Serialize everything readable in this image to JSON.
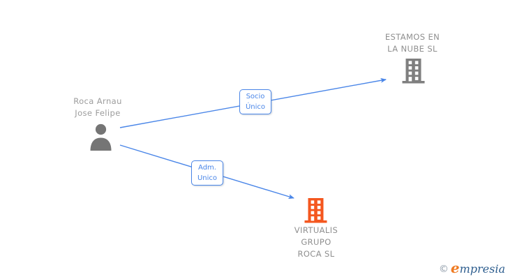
{
  "colors": {
    "edge_blue": "#4a86e8",
    "person_gray": "#9c9c9c",
    "company_text_gray": "#8f8f8f",
    "building_gray": "#7f7f7f",
    "building_orange": "#f4571f",
    "icon_person_gray": "#757575",
    "logo_e_orange": "#ef7b23",
    "logo_text_blue": "#2d5d8e",
    "logo_copyright_gray": "#8a97a5"
  },
  "person": {
    "name_line1": "Roca Arnau",
    "name_line2": "Jose Felipe",
    "icon": "person-icon"
  },
  "edges": {
    "socio_unico": {
      "line1": "Socio",
      "line2": "Único"
    },
    "adm_unico": {
      "line1": "Adm.",
      "line2": "Unico"
    }
  },
  "companies": {
    "estamos_en_la_nube": {
      "name_line1": "ESTAMOS EN",
      "name_line2": "LA NUBE SL",
      "icon": "building-icon"
    },
    "virtualis_grupo_roca": {
      "name_line1": "VIRTUALIS",
      "name_line2": "GRUPO",
      "name_line3": "ROCA SL",
      "icon": "building-icon"
    }
  },
  "footer": {
    "copyright_symbol": "©",
    "logo_first_letter": "e",
    "logo_rest": "mpresia"
  }
}
